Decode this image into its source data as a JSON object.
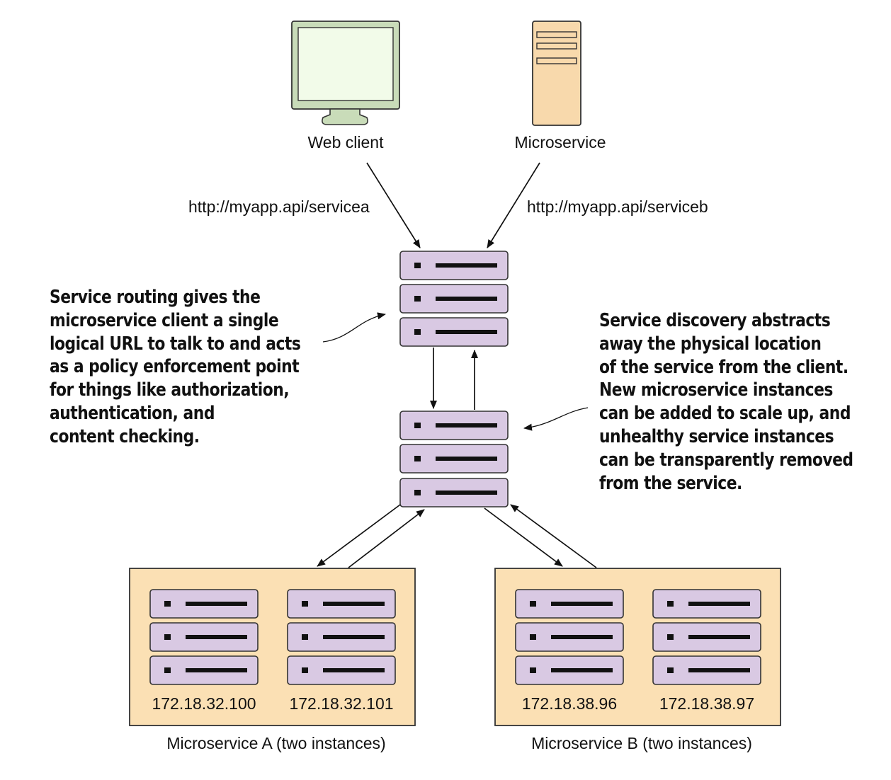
{
  "diagram": {
    "web_client_label": "Web client",
    "microservice_label": "Microservice",
    "url_a": "http://myapp.api/servicea",
    "url_b": "http://myapp.api/serviceb",
    "routing_note": [
      "Service routing gives the",
      "microservice client a single",
      "logical URL to talk to and acts",
      "as a policy enforcement point",
      "for things like authorization,",
      "authentication, and",
      "content checking."
    ],
    "discovery_note": [
      "Service discovery abstracts",
      "away the physical location",
      "of the service from the client.",
      "New microservice instances",
      "can be added to scale up, and",
      "unhealthy service instances",
      "can be transparently removed",
      "from the service."
    ],
    "group_a": {
      "caption": "Microservice A (two instances)",
      "ip_1": "172.18.32.100",
      "ip_2": "172.18.32.101"
    },
    "group_b": {
      "caption": "Microservice B (two instances)",
      "ip_1": "172.18.38.96",
      "ip_2": "172.18.38.97"
    },
    "colors": {
      "server_fill": "#d9c9e3",
      "group_fill": "#fbe0b4",
      "monitor_fill": "#c9dcb9",
      "screen_fill": "#f2fbe9",
      "tower_fill": "#f8d9ac",
      "stroke": "#222222"
    }
  }
}
